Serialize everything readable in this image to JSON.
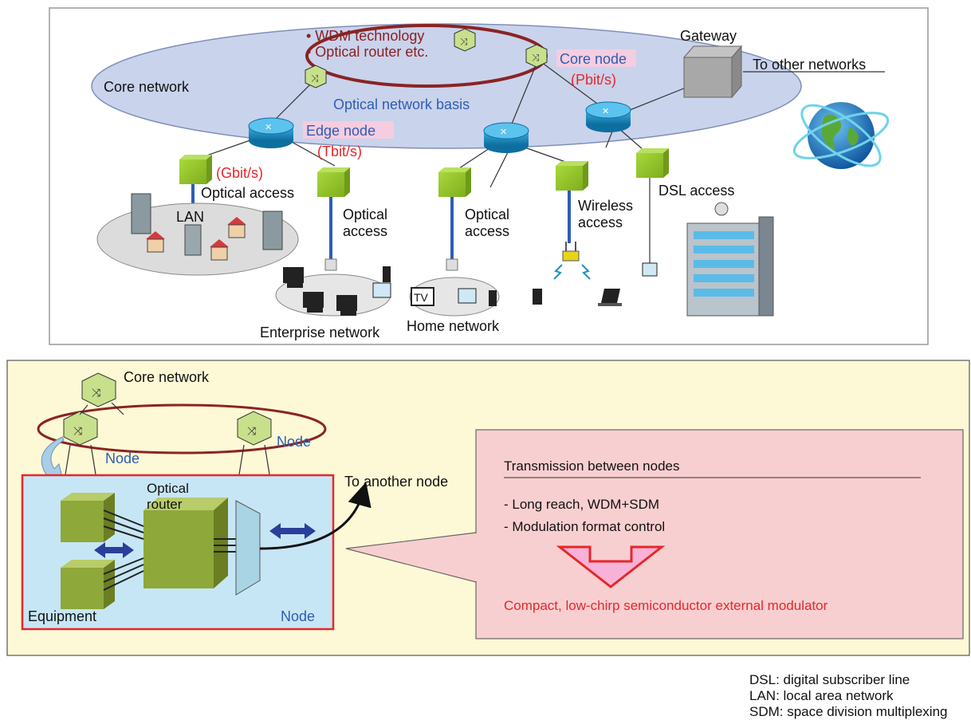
{
  "top_panel": {
    "ring_notes": [
      "• WDM technology",
      "• Optical router etc."
    ],
    "core_network": "Core network",
    "gateway": "Gateway",
    "to_other_networks": "To other networks",
    "core_node": "Core node",
    "pbit": "(Pbit/s)",
    "optical_network_basis": "Optical network basis",
    "edge_node": "Edge node",
    "tbit": "(Tbit/s)",
    "gbit": "(Gbit/s)",
    "optical_access_lan": "Optical access",
    "lan": "LAN",
    "optical_access_ent": [
      "Optical",
      "access"
    ],
    "optical_access_home": [
      "Optical",
      "access"
    ],
    "wireless_access": [
      "Wireless",
      "access"
    ],
    "dsl_access": "DSL access",
    "enterprise_network": "Enterprise network",
    "home_network": "Home network",
    "tv": "TV"
  },
  "bottom_panel": {
    "core_network": "Core network",
    "node_left": "Node",
    "node_right": "Node",
    "optical_router": [
      "Optical",
      "router"
    ],
    "to_another_node": "To another node",
    "equipment": "Equipment",
    "node_box": "Node",
    "callout_title": "Transmission between nodes",
    "callout_items": [
      "- Long reach, WDM+SDM",
      "- Modulation format control"
    ],
    "callout_result": "Compact, low-chirp semiconductor external modulator"
  },
  "legend": [
    "DSL: digital subscriber line",
    "LAN: local area network",
    "SDM: space division multiplexing"
  ],
  "colors": {
    "core_ellipse": "#c9d3ec",
    "ring": "#8b2323",
    "edge_router": "#1d8fc4",
    "access_cube": "#9acd32",
    "panel_bg": "#fdf9d6",
    "node_box_bg": "#c7e6f5",
    "callout_bg": "#f8cfd0",
    "accent_red": "#e8262b",
    "accent_blue": "#2f5db3"
  }
}
